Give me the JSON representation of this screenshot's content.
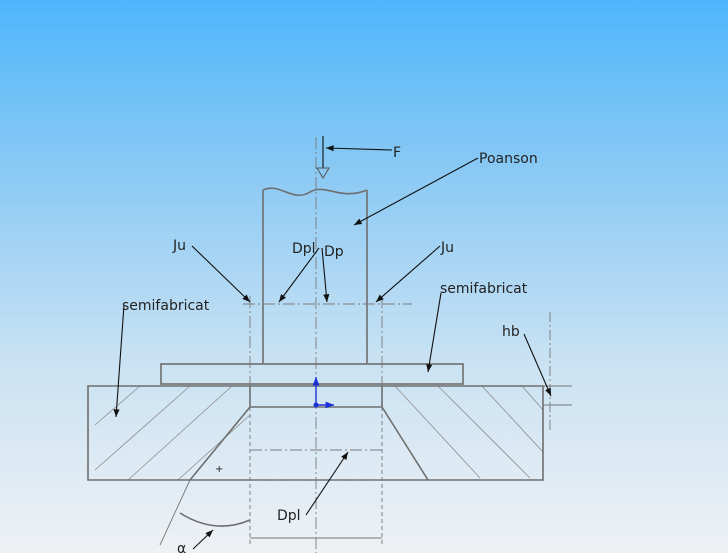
{
  "labels": {
    "force": "F",
    "punch": "Poanson",
    "clearance_left": "Ju",
    "clearance_right": "Ju",
    "plate_diameter": "Dpl",
    "punch_diameter": "Dp",
    "blank_left": "semifabricat",
    "blank_right": "semifabricat",
    "thickness": "hb",
    "plate_diameter_bottom": "Dpl",
    "angle": "α"
  },
  "colors": {
    "bg_top": "#4fb6fb",
    "bg_bottom": "#eef1f4",
    "lines": "#6e6e6e",
    "axis_marker": "#1a2fd6"
  }
}
